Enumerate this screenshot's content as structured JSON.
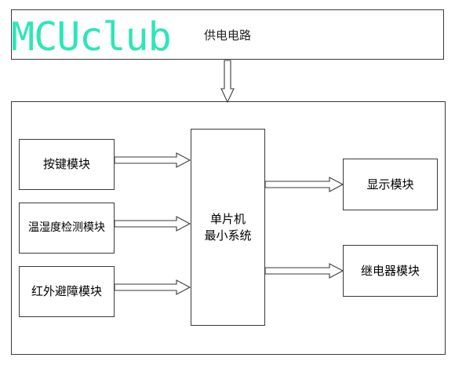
{
  "watermark": "MCUclub",
  "power": {
    "label": "供电电路"
  },
  "mcu": {
    "line1": "单片机",
    "line2": "最小系统"
  },
  "inputs": [
    {
      "label": "按键模块"
    },
    {
      "label": "温湿度检测模块"
    },
    {
      "label": "红外避障模块"
    }
  ],
  "outputs": [
    {
      "label": "显示模块"
    },
    {
      "label": "继电器模块"
    }
  ]
}
